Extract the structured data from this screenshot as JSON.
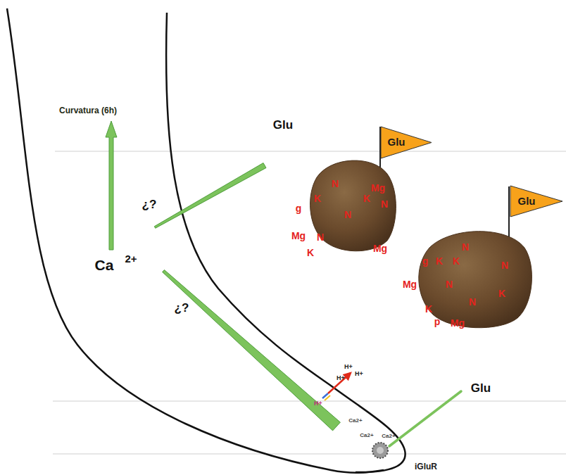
{
  "diagram": {
    "nodes": [
      {
        "text": [
          "Glu"
        ]
      },
      {
        "text": [
          "Mg",
          "N",
          "K",
          "K",
          "N",
          "g",
          "N",
          "Mg",
          "N",
          "K",
          "Mg"
        ]
      },
      {
        "text": [
          "Glu"
        ]
      },
      {
        "text": [
          "N",
          "g",
          "K",
          "K",
          "N",
          "Mg",
          "N",
          "K",
          "N",
          "K",
          "p",
          "Mg"
        ]
      },
      {
        "text": [
          "iGluR"
        ]
      }
    ],
    "labels": [
      "Curvatura (6h)",
      "Glu",
      "¿?",
      "Ca",
      "2+",
      "H+",
      "H+",
      "H+",
      "H+",
      "¿?",
      "Ca2+",
      "Ca2+",
      "Ca2+",
      "Glu"
    ]
  }
}
